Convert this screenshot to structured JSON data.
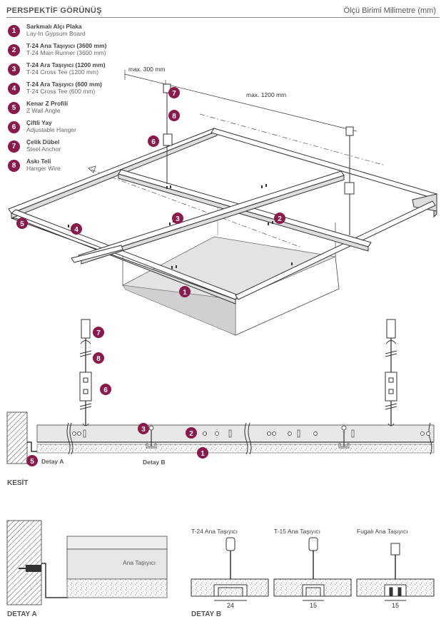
{
  "header": {
    "title": "PERSPEKTİF GÖRÜNÜŞ",
    "unit_label": "Ölçü Birimi Milimetre (mm)"
  },
  "legend": [
    {
      "number": "1",
      "tr": "Sarkmalı Alçı Plaka",
      "en": "Lay-In Gypsum Board"
    },
    {
      "number": "2",
      "tr": "T-24 Ana Taşıyıcı (3600 mm)",
      "en": "T-24 Main Runner (3600 mm)"
    },
    {
      "number": "3",
      "tr": "T-24 Ara Taşıyıcı (1200 mm)",
      "en": "T-24 Cross Tee (1200 mm)"
    },
    {
      "number": "4",
      "tr": "T-24 Ara Taşıyıcı (600 mm)",
      "en": "T-24 Cross Tee (600 mm)"
    },
    {
      "number": "5",
      "tr": "Kenar Z Profili",
      "en": "Z Wall Angle"
    },
    {
      "number": "6",
      "tr": "Çiftli Yay",
      "en": "Adjustable Hanger"
    },
    {
      "number": "7",
      "tr": "Çelik Dübel",
      "en": "Steel Anchor"
    },
    {
      "number": "8",
      "tr": "Askı Teli",
      "en": "Hanger Wire"
    }
  ],
  "perspective": {
    "dim_max300": "max. 300 mm",
    "dim_max1200": "max. 1200 mm",
    "callouts": [
      "7",
      "8",
      "6",
      "3",
      "2",
      "4",
      "5",
      "1"
    ]
  },
  "section": {
    "title": "KESİT",
    "detail_a_label": "Detay A",
    "detail_b_label": "Detay B",
    "callouts": [
      "7",
      "8",
      "6",
      "3",
      "2",
      "5",
      "1"
    ]
  },
  "detail_a": {
    "title": "DETAY A",
    "runner_label": "Ana Taşıyıcı"
  },
  "detail_b": {
    "title": "DETAY B",
    "profiles": [
      {
        "name": "T-24 Ana Taşıyıcı",
        "width": "24"
      },
      {
        "name": "T-15 Ana Taşıyıcı",
        "width": "15"
      },
      {
        "name": "Fugalı Ana Taşıyıcı",
        "width": "15"
      }
    ]
  },
  "colors": {
    "accent": "#8a1a4b",
    "line": "#333333",
    "board": "#e6e6e6"
  }
}
